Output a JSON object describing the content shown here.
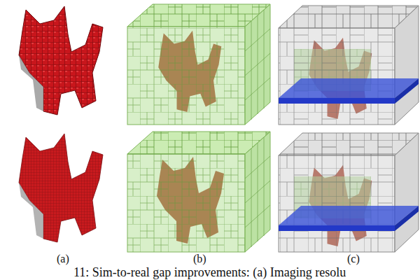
{
  "diagram": {
    "caption": "11: Sim-to-real gap improvements: (a) Imaging resolu",
    "labels": [
      "(a)",
      "(b)",
      "(c)"
    ]
  }
}
